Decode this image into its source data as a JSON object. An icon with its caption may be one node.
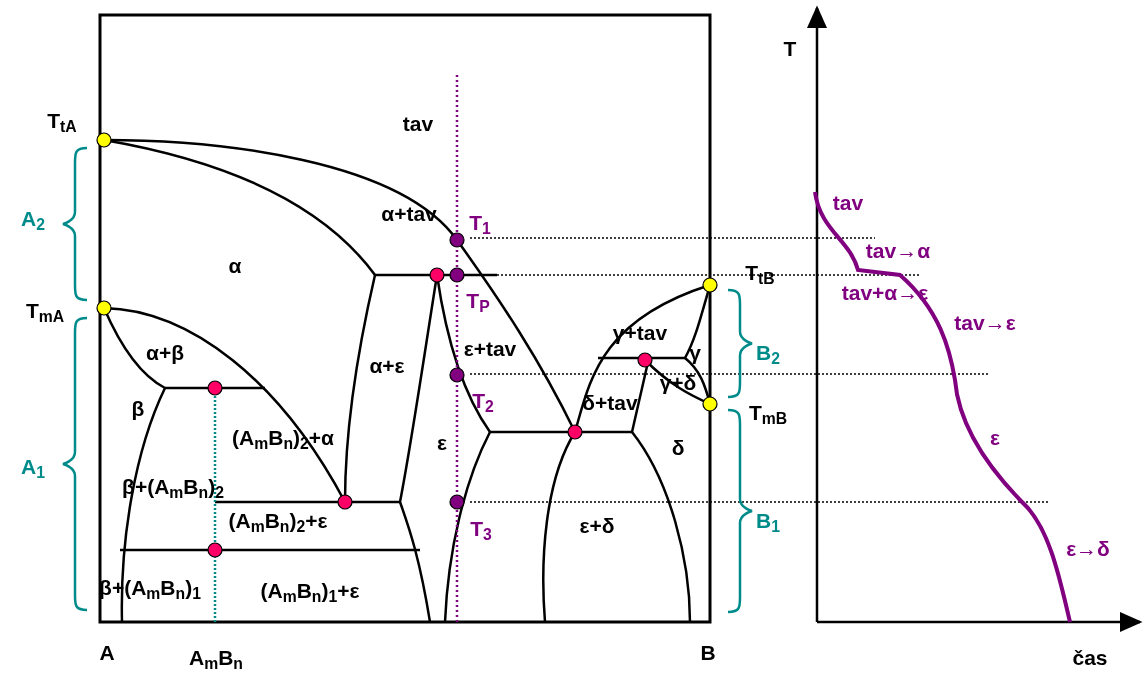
{
  "diagram": {
    "labels": [
      "T$_{tA}$",
      "tav",
      "T",
      "A$_{2}$",
      "α+tav",
      "T$_{1}$",
      "tav",
      "α",
      "tav→α",
      "T$_{tB}$",
      "T$_{P}$",
      "tav+α→ε",
      "T$_{mA}$",
      "γ+tav",
      "α+β",
      "ε+tav",
      "γ",
      "B$_{2}$",
      "tav→ε",
      "α+ε",
      "γ+δ",
      "T$_{2}$",
      "δ+tav",
      "β",
      "T$_{mB}$",
      "(A$_{m}$B$_{n}$)$_{2}$+α",
      "ε",
      "δ",
      "ε",
      "A$_{1}$",
      "β+(A$_{m}$B$_{n}$)$_{2}$",
      "(A$_{m}$B$_{n}$)$_{2}$+ε",
      "T$_{3}$",
      "ε+δ",
      "B$_{1}$",
      "ε→δ",
      "β+(A$_{m}$B$_{n}$)$_{1}$",
      "(A$_{m}$B$_{n}$)$_{1}$+ε",
      "A",
      "A$_{m}$B$_{n}$",
      "B",
      "čas"
    ]
  }
}
